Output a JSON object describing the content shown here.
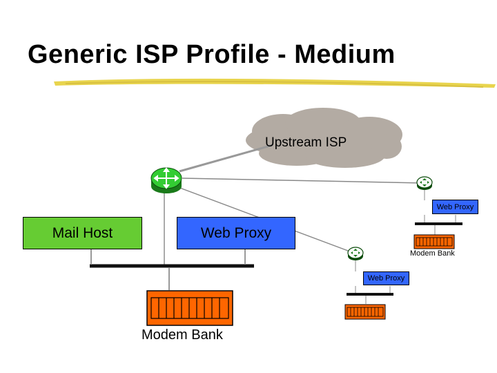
{
  "title": "Generic ISP Profile - Medium",
  "cloud": {
    "label": "Upstream ISP"
  },
  "hosts": {
    "mail_host": "Mail Host",
    "web_proxy_main": "Web Proxy",
    "web_proxy_remote_1": "Web Proxy",
    "web_proxy_remote_2": "Web Proxy"
  },
  "modem_banks": {
    "main": "Modem Bank",
    "remote_1": "Modem Bank"
  },
  "colors": {
    "title_underline": "#e8d44d",
    "cloud": "#b3aba3",
    "router": "#33cc33",
    "mail_host": "#66cc33",
    "web_proxy": "#3366ff",
    "modem_bank": "#ff6600",
    "links": "#999999"
  }
}
